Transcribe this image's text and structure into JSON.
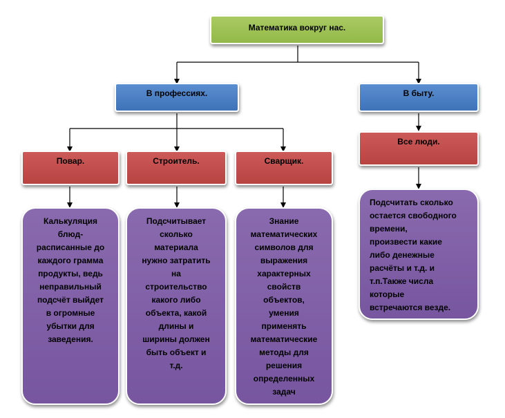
{
  "root": {
    "label": "Математика вокруг нас."
  },
  "branches": {
    "professions": {
      "label": "В профессиях."
    },
    "daily": {
      "label": "В быту."
    }
  },
  "roles": {
    "cook": {
      "label": "Повар."
    },
    "builder": {
      "label": "Строитель."
    },
    "welder": {
      "label": "Сварщик."
    },
    "everyone": {
      "label": "Все люди."
    }
  },
  "descriptions": {
    "cook": "Калькуляция\nблюд-\nрасписанные до\nкаждого грамма\nпродукты, ведь\nнеправильный\nподсчёт выйдет\nв огромные\nубытки для\nзаведения.",
    "builder": "Подсчитывает\nсколько\nматериала\nнужно затратить\nна\nстроительство\nкакого либо\nобъекта, какой\nдлины и\nширины должен\nбыть объект и\nт.д.",
    "welder": "Знание\nматематических\nсимволов для\nвыражения\nхарактерных\nсвойств\nобъектов,\nумения\nприменять\nматематические\nметоды для\nрешения\nопределенных\nзадач",
    "everyone": "Подсчитать сколько\nостается свободного\nвремени,\nпроизвести какие\nлибо денежные\nрасчёты и т.д. и\nт.п.Также числа\nкоторые\nвстречаются везде."
  },
  "colors": {
    "root": "#9dc255",
    "blue": "#4a7fc1",
    "red": "#c0504d",
    "purple": "#8064a2",
    "line": "#000000"
  }
}
